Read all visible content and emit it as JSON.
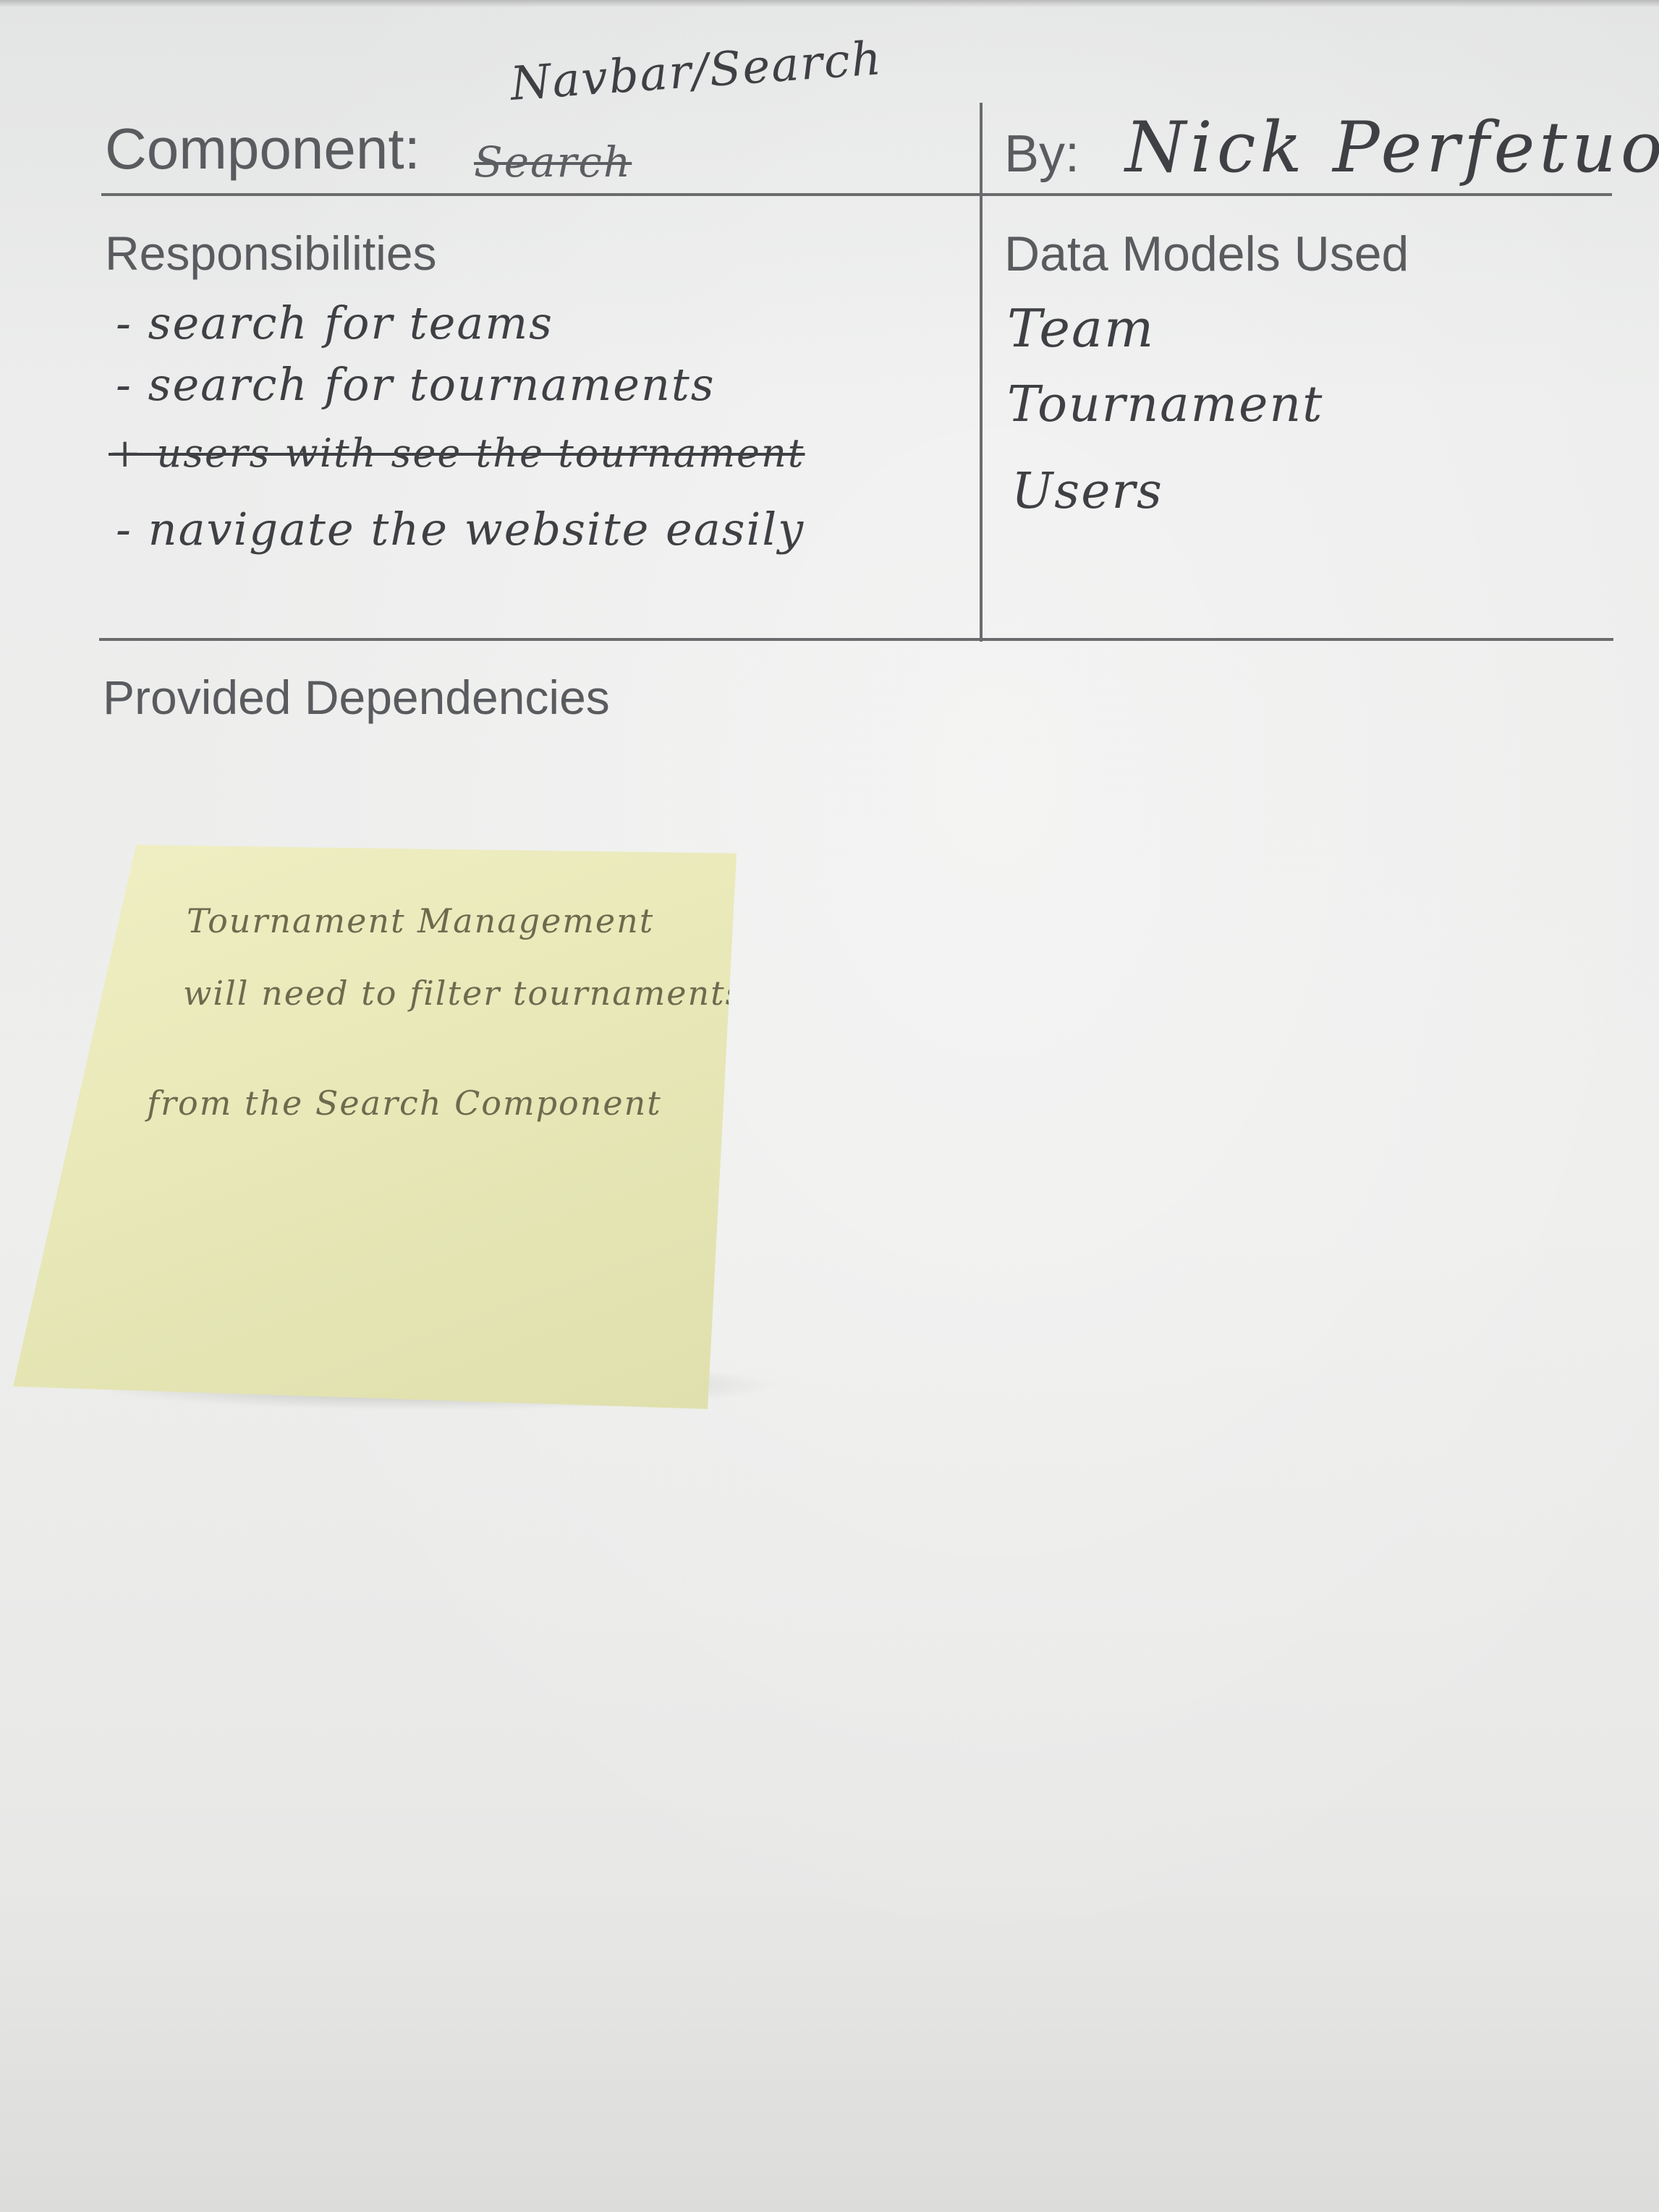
{
  "header": {
    "component_label": "Component:",
    "component_struck": "Search",
    "component_handwritten": "Navbar/Search",
    "by_label": "By:",
    "by_name": "Nick Perfetuo"
  },
  "responsibilities": {
    "heading": "Responsibilities",
    "items": [
      {
        "text": "- search for teams",
        "struck": false
      },
      {
        "text": "- search for tournaments",
        "struck": false
      },
      {
        "text": "+ users with see the tournament",
        "struck": true
      },
      {
        "text": "- navigate the website easily",
        "struck": false
      }
    ]
  },
  "data_models": {
    "heading": "Data Models Used",
    "items": [
      "Team",
      "Tournament",
      "Users"
    ]
  },
  "provided_dependencies": {
    "heading": "Provided Dependencies"
  },
  "sticky_note": {
    "lines": [
      "Tournament Management",
      "will need to filter tournaments",
      "from the Search Component"
    ],
    "color": "#e8e8b8"
  }
}
